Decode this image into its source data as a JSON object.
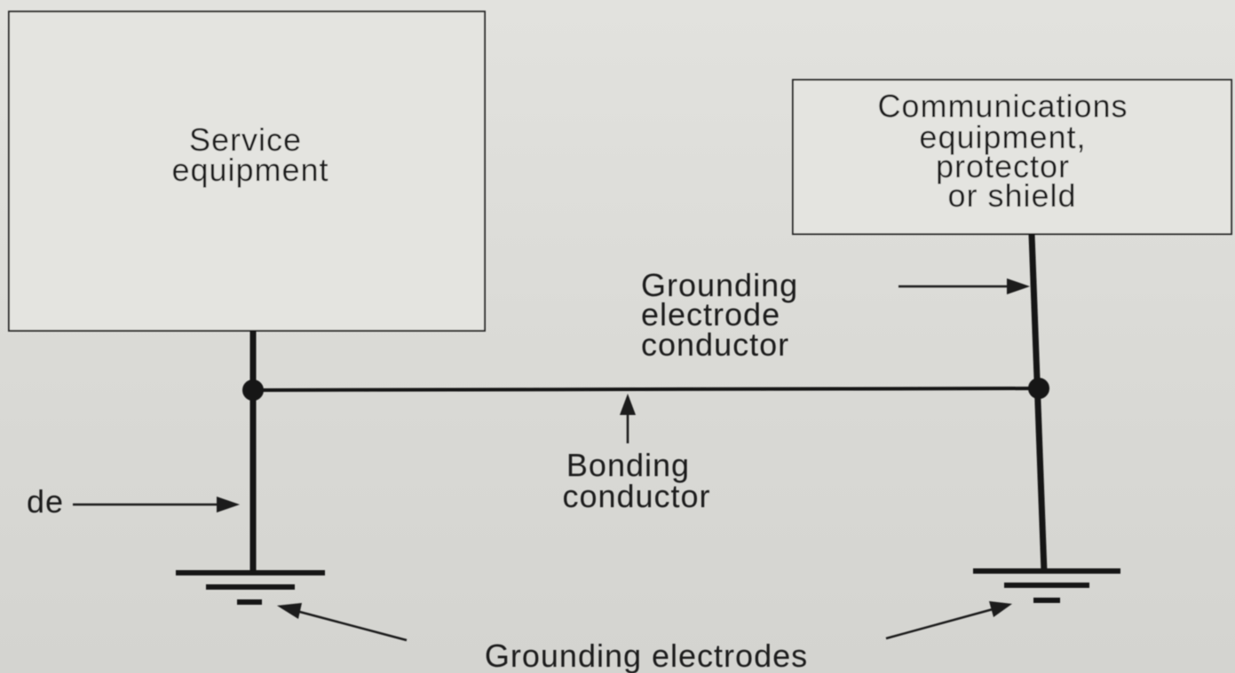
{
  "service_equipment": {
    "lines": [
      "Service",
      "equipment"
    ]
  },
  "communications_equipment": {
    "lines": [
      "Communications",
      "equipment,",
      "protector",
      "or shield"
    ]
  },
  "grounding_electrode_conductor": {
    "lines": [
      "Grounding",
      "electrode",
      "conductor"
    ]
  },
  "bonding_conductor": {
    "lines": [
      "Bonding",
      "conductor"
    ]
  },
  "left_electrode_label": {
    "text": "de"
  },
  "grounding_electrodes": {
    "text": "Grounding electrodes"
  }
}
